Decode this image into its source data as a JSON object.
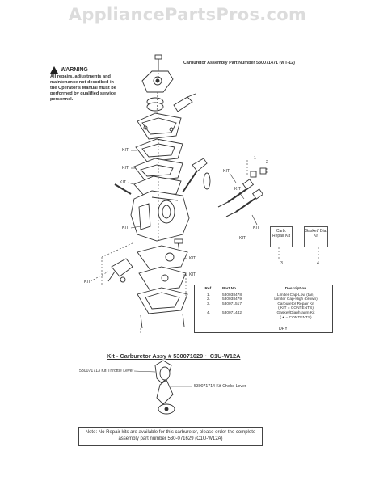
{
  "watermark": "AppliancePartsPros.com",
  "warning": {
    "heading": "WARNING",
    "text": "All repairs, adjustments and maintenance not described in the Operator's Manual must be performed by qualified service personnel."
  },
  "carb_title": "Carburetor Assembly Part Number 530071471 (WT-12)",
  "callouts": {
    "kit_1": "KIT",
    "kit_2": "KIT",
    "kit_3": "KIT",
    "kit_4": "KIT",
    "kit_5": "KIT",
    "kit_6": "KIT",
    "kit_7": "KIT",
    "kit_8": "KIT",
    "kit_9": "KIT",
    "kit_10": "KIT",
    "kit_11": "KIT",
    "num_1": "1",
    "num_2": "2",
    "num_3": "3",
    "num_4": "4"
  },
  "boxes": {
    "box_3": "Carb. Repair Kit",
    "box_4": "Gasket/ Dia. Kit"
  },
  "parts_table": {
    "headers": [
      "Ref.",
      "Part No.",
      "Description"
    ],
    "rows": [
      {
        "ref": "1.",
        "part": "530038478",
        "desc": "Limiter Cap-Low (tan)"
      },
      {
        "ref": "2.",
        "part": "530038479",
        "desc": "Limiter Cap-High (brown)"
      },
      {
        "ref": "3.",
        "part": "530071517",
        "desc": "Carburetor Repair Kit"
      },
      {
        "ref": "",
        "part": "",
        "desc": "( KIT = CONTENTS)"
      },
      {
        "ref": "4.",
        "part": "530071442",
        "desc": "Gasket/Diaphragm Kit"
      },
      {
        "ref": "",
        "part": "",
        "desc": "( ● = CONTENTS)"
      }
    ],
    "footer": "DPY"
  },
  "kit_section": {
    "title": "Kit - Carburetor Assy # 530071629 ~ C1U-W12A",
    "throttle_label": "530071713 Kit-Throttle Lever",
    "choke_label": "530071714 Kit-Choke Lever"
  },
  "note": "Note: No Repair kits are available for this carburetor, please order the complete assembly part number 530-071629 (C1U-W12A)"
}
